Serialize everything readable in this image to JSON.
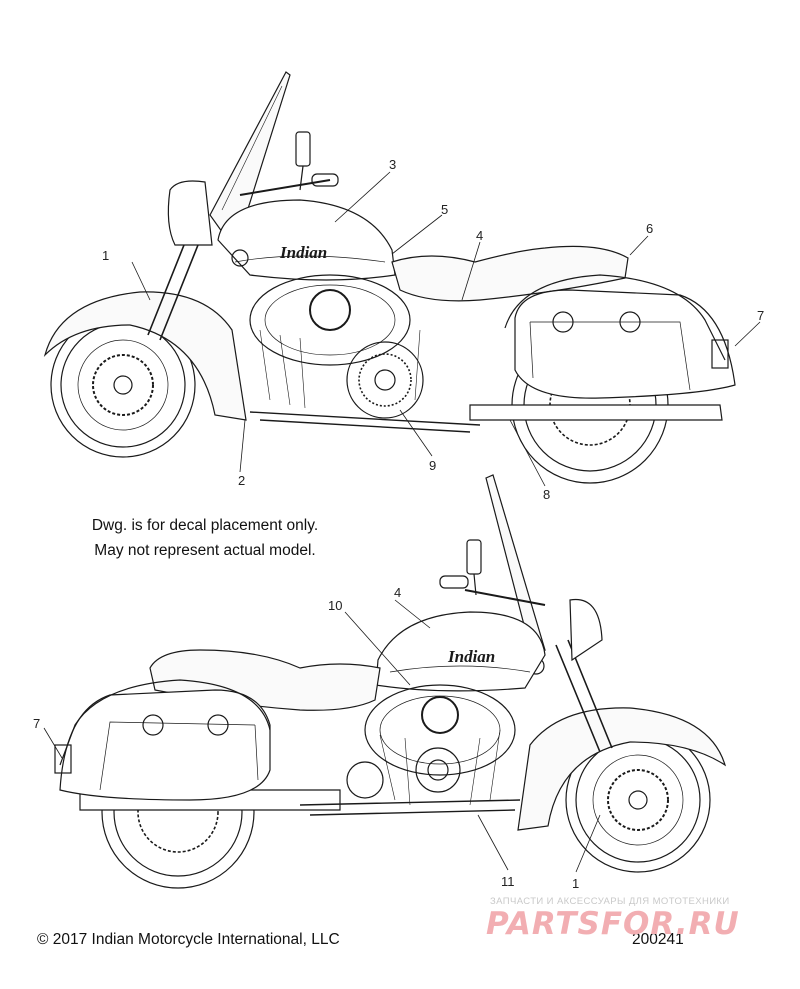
{
  "drawing": {
    "callouts_top": [
      "1",
      "2",
      "3",
      "4",
      "5",
      "6",
      "7",
      "8",
      "9"
    ],
    "callouts_bottom": [
      "4",
      "10",
      "7",
      "11",
      "1"
    ],
    "note_line1": "Dwg. is for decal placement only.",
    "note_line2": "May not represent actual model.",
    "tank_logo": "Indian",
    "copyright": "© 2017 Indian Motorcycle International, LLC",
    "drawing_number": "200241"
  },
  "watermark": {
    "tagline": "ЗАПЧАСТИ И АКСЕССУАРЫ ДЛЯ МОТОТЕХНИКИ",
    "logo": "PARTSFOR.RU"
  },
  "colors": {
    "line": "#1a1a1a",
    "watermark": "#f2aeb2"
  }
}
